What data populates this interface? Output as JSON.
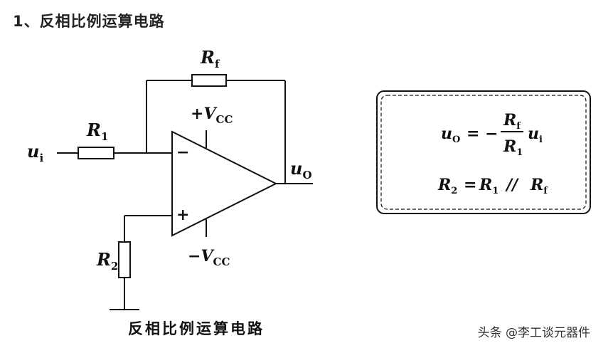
{
  "heading": "1、反相比例运算电路",
  "diagram": {
    "labels": {
      "rf": "R",
      "rf_sub": "f",
      "r1": "R",
      "r1_sub": "1",
      "r2": "R",
      "r2_sub": "2",
      "ui": "u",
      "ui_sub": "i",
      "uo": "u",
      "uo_sub": "O",
      "vcc_pos_sign": "+",
      "vcc_neg_sign": "−",
      "vcc": "V",
      "vcc_sub": "CC",
      "minus_input": "−",
      "plus_input": "+"
    },
    "caption": "反相比例运算电路"
  },
  "formula_box": {
    "eq1": {
      "lhs": "u",
      "lhs_sub": "O",
      "eq": "= −",
      "num": "R",
      "num_sub": "f",
      "den": "R",
      "den_sub": "1",
      "rhs": "u",
      "rhs_sub": "i"
    },
    "eq2": {
      "lhs": "R",
      "lhs_sub": "2",
      "eq": "=",
      "a": "R",
      "a_sub": "1",
      "par": "//",
      "b": "R",
      "b_sub": "f"
    }
  },
  "watermark": "头条 @李工谈元器件"
}
